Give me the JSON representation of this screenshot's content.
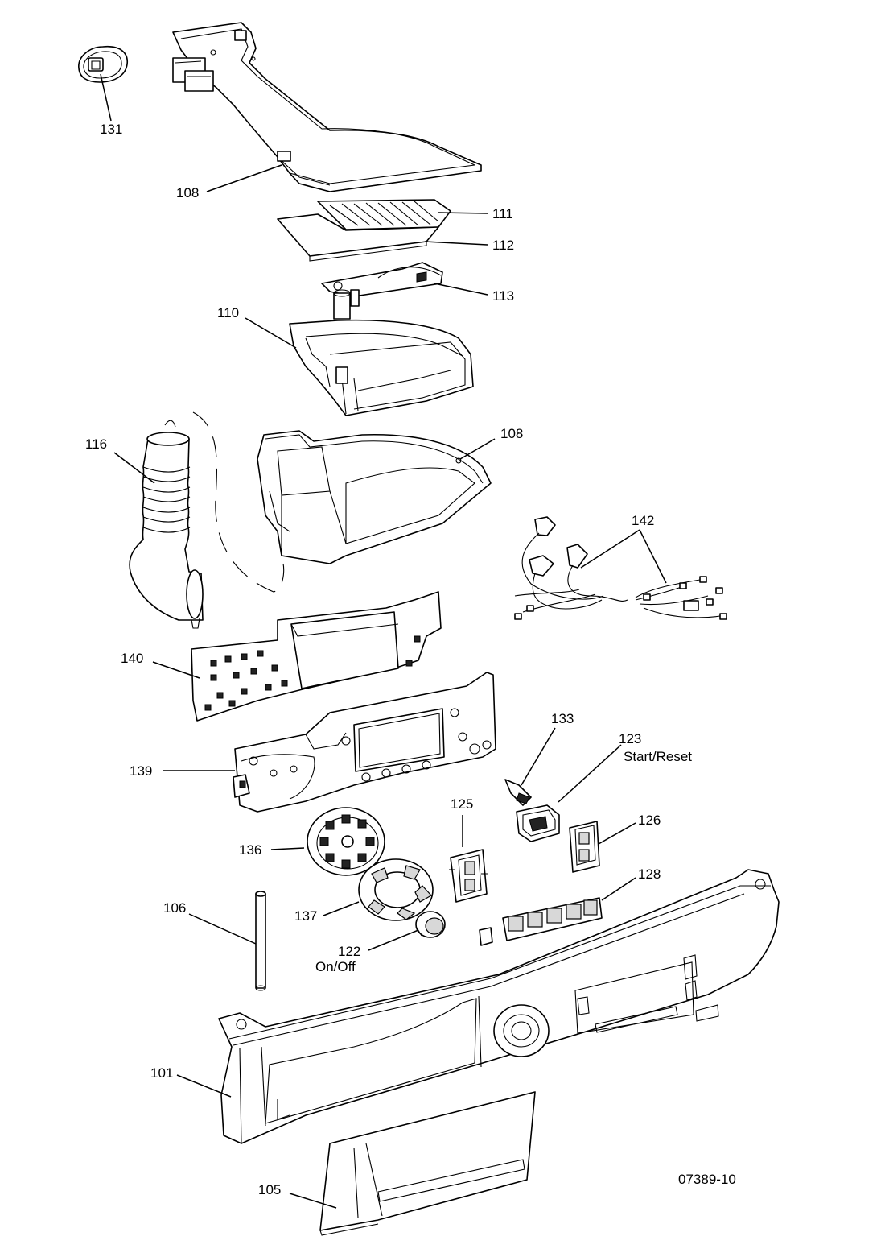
{
  "callouts": {
    "p131": "131",
    "p108_top": "108",
    "p111": "111",
    "p112": "112",
    "p113": "113",
    "p110": "110",
    "p116": "116",
    "p108_lower": "108",
    "p142": "142",
    "p140": "140",
    "p133": "133",
    "p123": "123",
    "p123_desc": "Start/Reset",
    "p139": "139",
    "p125": "125",
    "p126": "126",
    "p136": "136",
    "p128": "128",
    "p106": "106",
    "p137": "137",
    "p122": "122",
    "p122_desc": "On/Off",
    "p101": "101",
    "p105": "105"
  },
  "drawing_id": "07389-10"
}
